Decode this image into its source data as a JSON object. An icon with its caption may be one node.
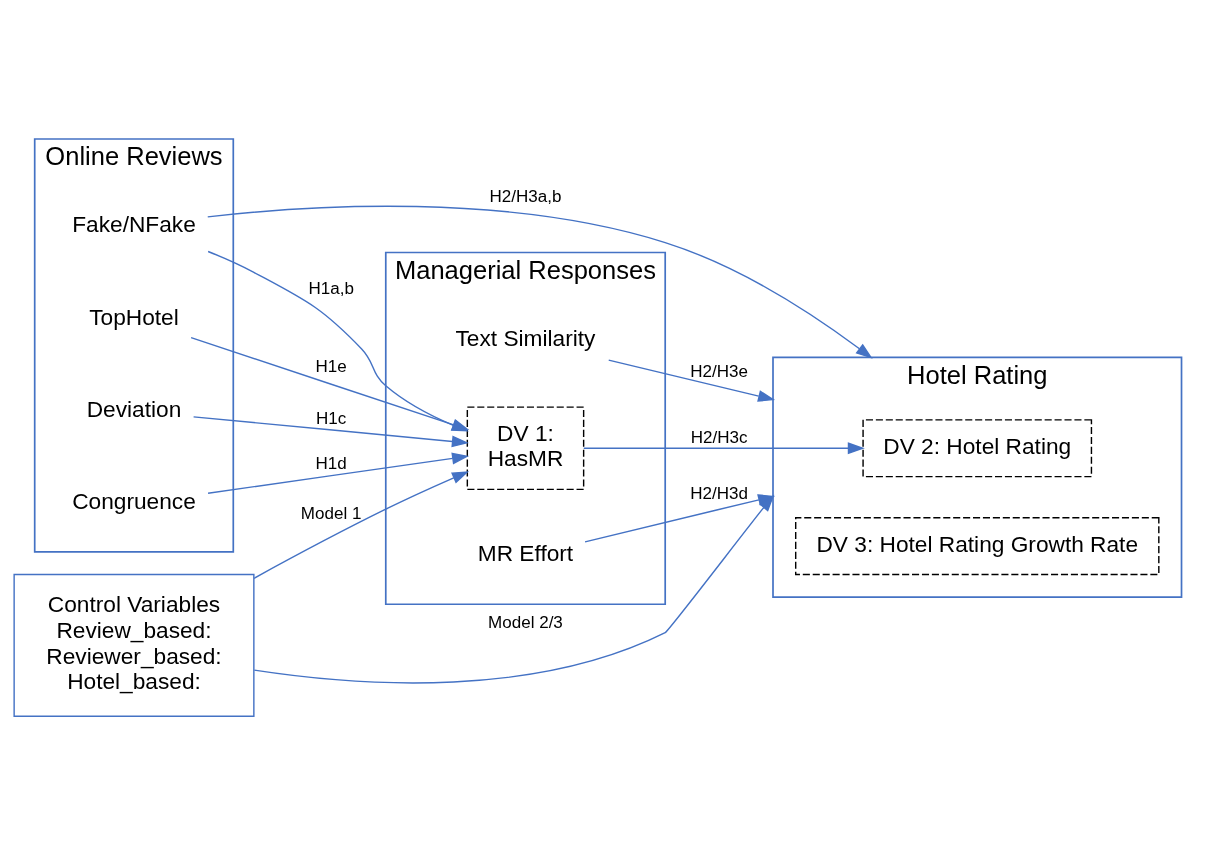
{
  "diagram": {
    "nodes": [
      {
        "text": [
          "Online Reviews"
        ]
      },
      {
        "text": [
          "Fake/NFake"
        ],
        "in": 0
      },
      {
        "text": [
          "Deviation"
        ],
        "in": 0
      },
      {
        "text": [
          "Congruence"
        ],
        "in": 0
      },
      {
        "text": [
          "TopHotel"
        ],
        "in": 0
      },
      {
        "text": [
          "Managerial Responses"
        ]
      },
      {
        "text": [
          "DV 1:",
          "HasMR"
        ],
        "in": 5
      },
      {
        "text": [
          "MR Effort"
        ],
        "in": 5
      },
      {
        "text": [
          "Text Similarity"
        ],
        "in": 5
      },
      {
        "text": [
          "Hotel Rating"
        ]
      },
      {
        "text": [
          "DV 2: Hotel Rating"
        ],
        "in": 9
      },
      {
        "text": [
          "DV 3: Hotel Rating Growth Rate"
        ],
        "in": 9
      },
      {
        "text": [
          "Control Variables",
          "Review_based:",
          "Reviewer_based:",
          "Hotel_based:"
        ]
      }
    ],
    "edges": [
      {
        "from": 1,
        "to": 9,
        "arrow": "to",
        "label": "H2/H3a,b"
      },
      {
        "from": 1,
        "to": 6,
        "arrow": "to",
        "label": "H1a,b"
      },
      {
        "from": 2,
        "to": 6,
        "arrow": "to",
        "label": "H1c"
      },
      {
        "from": 3,
        "to": 6,
        "arrow": "to",
        "label": "H1d"
      },
      {
        "from": 4,
        "to": 6,
        "arrow": "to",
        "label": "H1e"
      },
      {
        "from": 6,
        "to": 10,
        "arrow": "to",
        "label": "H2/H3c"
      },
      {
        "from": 7,
        "to": 9,
        "arrow": "to",
        "label": "H2/H3d"
      },
      {
        "from": 8,
        "to": 9,
        "arrow": "to",
        "label": "H2/H3e"
      },
      {
        "from": 12,
        "to": 6,
        "arrow": "to",
        "label": "Model 1"
      },
      {
        "from": 12,
        "to": 9,
        "arrow": "to",
        "label": "Model 2/3"
      }
    ]
  }
}
